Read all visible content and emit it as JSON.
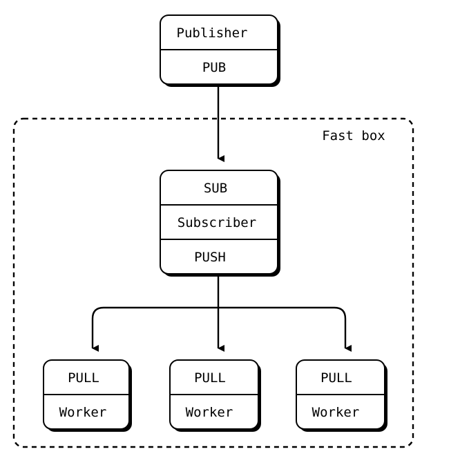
{
  "diagram": {
    "container_label": "Fast box",
    "publisher": {
      "rows": [
        "Publisher",
        "PUB"
      ]
    },
    "subscriber": {
      "rows": [
        "SUB",
        "Subscriber",
        "PUSH"
      ]
    },
    "workers": [
      {
        "rows": [
          "PULL",
          "Worker"
        ]
      },
      {
        "rows": [
          "PULL",
          "Worker"
        ]
      },
      {
        "rows": [
          "PULL",
          "Worker"
        ]
      }
    ]
  }
}
